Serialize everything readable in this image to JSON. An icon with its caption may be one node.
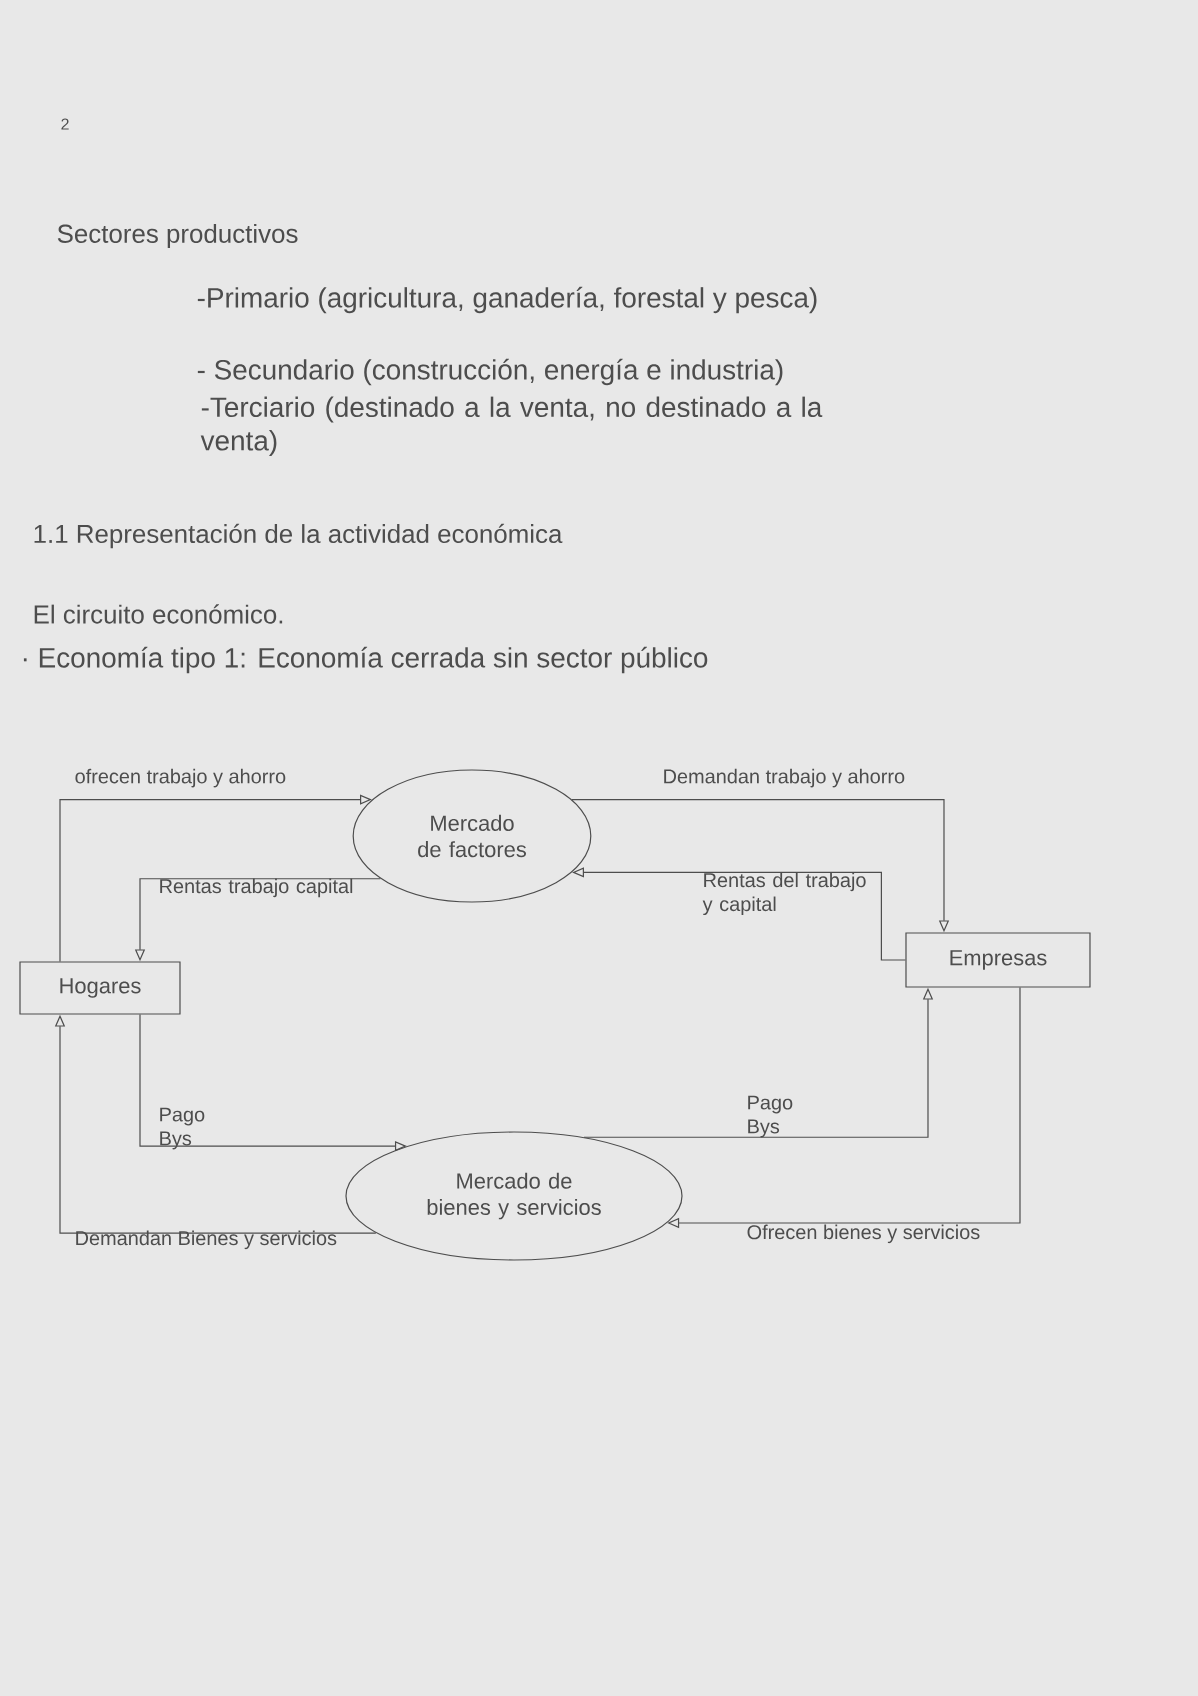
{
  "diagram": {
    "nodes": [
      {
        "text": [
          "Mercado de factores"
        ]
      },
      {
        "text": [
          "Hogares"
        ]
      },
      {
        "text": [
          "Empresas"
        ]
      },
      {
        "text": [
          "Mercado de bienes y servicios"
        ]
      }
    ],
    "edges": [
      {
        "from": 1,
        "to": 0,
        "arrow": "to",
        "label": "ofrecen trabajo y ahorro"
      },
      {
        "from": 0,
        "to": 1,
        "arrow": "to",
        "label": "Rentas trabajo capital"
      },
      {
        "from": 0,
        "to": 2,
        "arrow": "to",
        "label": "Demandan trabajo y ahorro"
      },
      {
        "from": 2,
        "to": 0,
        "arrow": "to",
        "label": "Rentas del trabajo y capital"
      },
      {
        "from": 2,
        "to": 3,
        "arrow": "to",
        "label": "Ofrecen bienes y servicios"
      },
      {
        "from": 3,
        "to": 2,
        "arrow": "to",
        "label": "Pago Bys"
      },
      {
        "from": 1,
        "to": 3,
        "arrow": "to",
        "label": "Pago Bys"
      },
      {
        "from": 3,
        "to": 1,
        "arrow": "to",
        "label": "Demandan Bienes y servicios"
      }
    ],
    "labels": [
      "2",
      "Sectores productivos",
      "-Primario (agricultura, ganadería, forestal y pesca)",
      "- Secundario (construcción, energía e industria)",
      "-Terciario (destinado a la venta, no destinado a la venta)",
      "1.1 Representación de la actividad económica",
      "El circuito económico.",
      "· Economía tipo 1: Economía cerrada sin sector público"
    ]
  }
}
